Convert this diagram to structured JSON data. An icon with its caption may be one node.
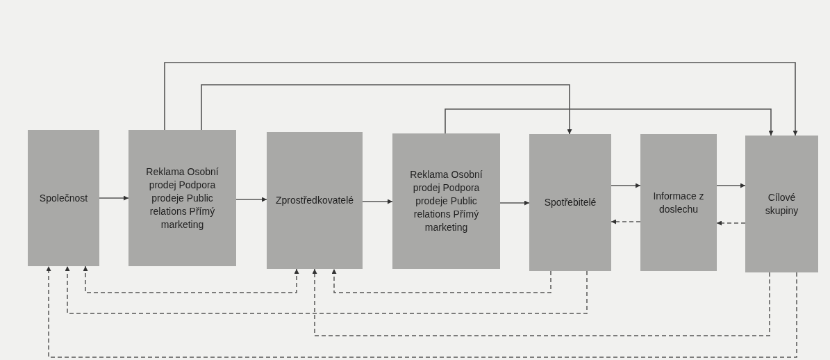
{
  "diagram": {
    "nodes": [
      {
        "text": [
          "Společnost"
        ]
      },
      {
        "text": [
          "Reklama Osobní prodej Podpora prodeje Public relations Přímý marketing"
        ]
      },
      {
        "text": [
          "Zprostředkovatelé"
        ]
      },
      {
        "text": [
          "Reklama Osobní prodej Podpora prodeje Public relations Přímý marketing"
        ]
      },
      {
        "text": [
          "Spotřebitelé"
        ]
      },
      {
        "text": [
          "Informace z doslechu"
        ]
      },
      {
        "text": [
          "Cílové skupiny"
        ]
      }
    ],
    "edges": [
      {
        "from": 0,
        "to": 1,
        "arrow": "to"
      },
      {
        "from": 1,
        "to": 2,
        "arrow": "to"
      },
      {
        "from": 2,
        "to": 3,
        "arrow": "to"
      },
      {
        "from": 3,
        "to": 4,
        "arrow": "to"
      },
      {
        "from": 4,
        "to": 5,
        "arrow": "to"
      },
      {
        "from": 5,
        "to": 6,
        "arrow": "to"
      },
      {
        "from": 6,
        "to": 5,
        "arrow": "to",
        "style": "dashed"
      },
      {
        "from": 5,
        "to": 4,
        "arrow": "to",
        "style": "dashed"
      },
      {
        "from": 1,
        "to": 6,
        "arrow": "to"
      },
      {
        "from": 1,
        "to": 4,
        "arrow": "to"
      },
      {
        "from": 3,
        "to": 6,
        "arrow": "to"
      },
      {
        "from": 2,
        "to": 0,
        "arrow": "both",
        "style": "dashed"
      },
      {
        "from": 4,
        "to": 2,
        "arrow": "to",
        "style": "dashed"
      },
      {
        "from": 4,
        "to": 0,
        "arrow": "to",
        "style": "dashed"
      },
      {
        "from": 6,
        "to": 2,
        "arrow": "to",
        "style": "dashed"
      },
      {
        "from": 6,
        "to": 0,
        "arrow": "to",
        "style": "dashed"
      }
    ]
  }
}
